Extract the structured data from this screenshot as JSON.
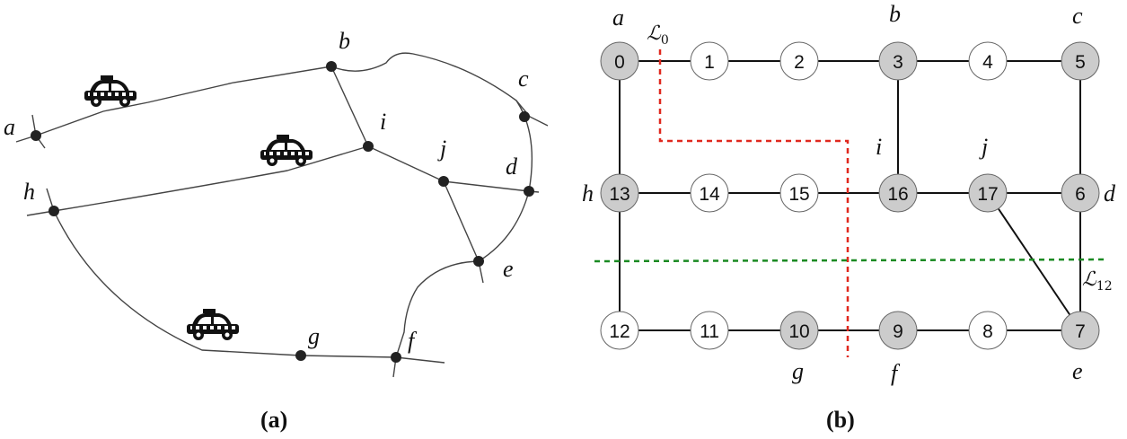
{
  "panel_a": {
    "caption": "(a)",
    "labels": {
      "a": "a",
      "b": "b",
      "c": "c",
      "d": "d",
      "e": "e",
      "f": "f",
      "g": "g",
      "h": "h",
      "i": "i",
      "j": "j"
    }
  },
  "panel_b": {
    "caption": "(b)",
    "nodes": [
      "0",
      "1",
      "2",
      "3",
      "4",
      "5",
      "6",
      "7",
      "8",
      "9",
      "10",
      "11",
      "12",
      "13",
      "14",
      "15",
      "16",
      "17"
    ],
    "letters": {
      "a": "a",
      "b": "b",
      "c": "c",
      "d": "d",
      "e": "e",
      "f": "f",
      "g": "g",
      "h": "h",
      "i": "i",
      "j": "j"
    },
    "cut_l0": {
      "symbol": "ℒ",
      "sub": "0",
      "color": "#e0281e"
    },
    "cut_l12": {
      "symbol": "ℒ",
      "sub": "12",
      "color": "#1a8a22"
    }
  },
  "icons": {
    "taxi": "taxi-icon"
  }
}
